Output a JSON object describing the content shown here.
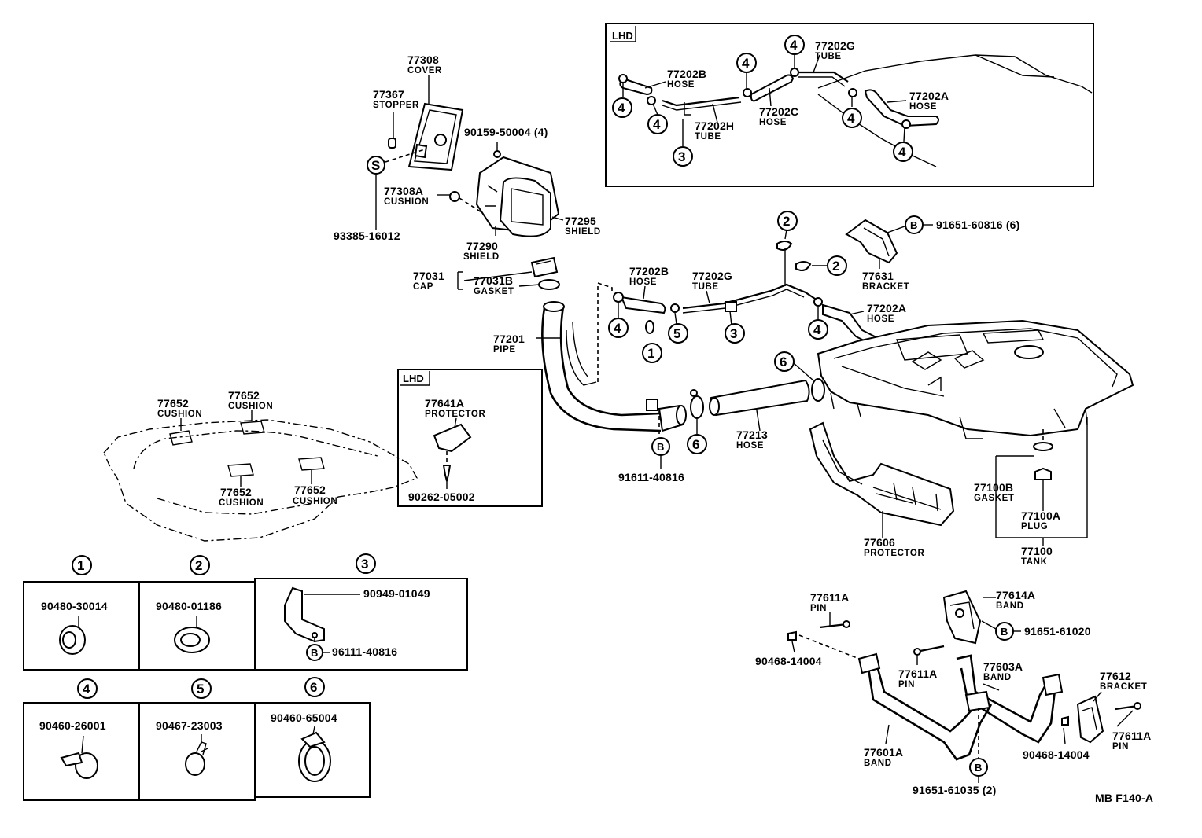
{
  "document": {
    "code": "MB F140-A"
  },
  "lhd_tags": {
    "top": "LHD",
    "protector": "LHD"
  },
  "callouts": {
    "c1": "1",
    "c2": "2",
    "c3": "3",
    "c4": "4",
    "c5": "5",
    "c6": "6",
    "bolt": "B",
    "screw": "S"
  },
  "labels": {
    "p77308": {
      "num": "77308",
      "name": "COVER"
    },
    "p77367": {
      "num": "77367",
      "name": "STOPPER"
    },
    "p90159": {
      "num": "90159-50004 (4)"
    },
    "p77308A": {
      "num": "77308A",
      "name": "CUSHION"
    },
    "p93385": {
      "num": "93385-16012"
    },
    "p77290": {
      "num": "77290",
      "name": "SHIELD"
    },
    "p77295": {
      "num": "77295",
      "name": "SHIELD"
    },
    "p77031": {
      "num": "77031",
      "name": "CAP"
    },
    "p77031B": {
      "num": "77031B",
      "name": "GASKET"
    },
    "p77201": {
      "num": "77201",
      "name": "PIPE"
    },
    "p77202B_main": {
      "num": "77202B",
      "name": "HOSE"
    },
    "p77202G_main": {
      "num": "77202G",
      "name": "TUBE"
    },
    "p77202A_main": {
      "num": "77202A",
      "name": "HOSE"
    },
    "p77213": {
      "num": "77213",
      "name": "HOSE"
    },
    "p91611": {
      "num": "91611-40816"
    },
    "p91651_60816": {
      "num": "91651-60816 (6)"
    },
    "p77631": {
      "num": "77631",
      "name": "BRACKET"
    },
    "p77100B": {
      "num": "77100B",
      "name": "GASKET"
    },
    "p77100A": {
      "num": "77100A",
      "name": "PLUG"
    },
    "p77100": {
      "num": "77100",
      "name": "TANK"
    },
    "p77606": {
      "num": "77606",
      "name": "PROTECTOR"
    },
    "p77652_a": {
      "num": "77652",
      "name": "CUSHION"
    },
    "p77652_b": {
      "num": "77652",
      "name": "CUSHION"
    },
    "p77652_c": {
      "num": "77652",
      "name": "CUSHION"
    },
    "p77652_d": {
      "num": "77652",
      "name": "CUSHION"
    },
    "p77641A": {
      "num": "77641A",
      "name": "PROTECTOR"
    },
    "p90262": {
      "num": "90262-05002"
    },
    "lhd_77202B": {
      "num": "77202B",
      "name": "HOSE"
    },
    "lhd_77202H": {
      "num": "77202H",
      "name": "TUBE"
    },
    "lhd_77202C": {
      "num": "77202C",
      "name": "HOSE"
    },
    "lhd_77202G": {
      "num": "77202G",
      "name": "TUBE"
    },
    "lhd_77202A": {
      "num": "77202A",
      "name": "HOSE"
    },
    "p77611A_top": {
      "num": "77611A",
      "name": "PIN"
    },
    "p77614A": {
      "num": "77614A",
      "name": "BAND"
    },
    "p91651_61020": {
      "num": "91651-61020"
    },
    "p90468_left": {
      "num": "90468-14004"
    },
    "p77611A_mid": {
      "num": "77611A",
      "name": "PIN"
    },
    "p77603A": {
      "num": "77603A",
      "name": "BAND"
    },
    "p77612": {
      "num": "77612",
      "name": "BRACKET"
    },
    "p77611A_right": {
      "num": "77611A",
      "name": "PIN"
    },
    "p90468_right": {
      "num": "90468-14004"
    },
    "p77601A": {
      "num": "77601A",
      "name": "BAND"
    },
    "p91651_61035": {
      "num": "91651-61035 (2)"
    }
  },
  "legend": {
    "cells": [
      {
        "num": "1",
        "part": "90480-30014"
      },
      {
        "num": "2",
        "part": "90480-01186"
      },
      {
        "num": "3",
        "part": "90949-01049",
        "bolt_part": "96111-40816"
      },
      {
        "num": "4",
        "part": "90460-26001"
      },
      {
        "num": "5",
        "part": "90467-23003"
      },
      {
        "num": "6",
        "part": "90460-65004"
      }
    ]
  }
}
